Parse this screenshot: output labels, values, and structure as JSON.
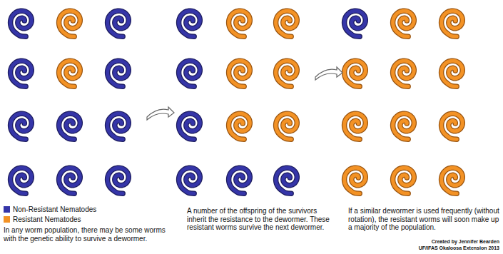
{
  "diagram": {
    "labels": [
      "In any worm population, there may be some worms with the genetic ability to survive a dewormer.",
      "A number of the offspring of the survivors inherit the resistance to the dewormer. These resistant worms survive the next dewormer.",
      "If a similar dewormer is used frequently (without rotation), the resistant worms will soon make up a majority of the population.",
      "Created by Jennifer Bearden",
      "UF/IFAS Okaloosa Extension 2013"
    ],
    "legend": [
      {
        "text": "Non-Resistant Nematodes",
        "color": "#3535a8"
      },
      {
        "text": "Resistant Nematodes",
        "color": "#f39225"
      }
    ]
  }
}
